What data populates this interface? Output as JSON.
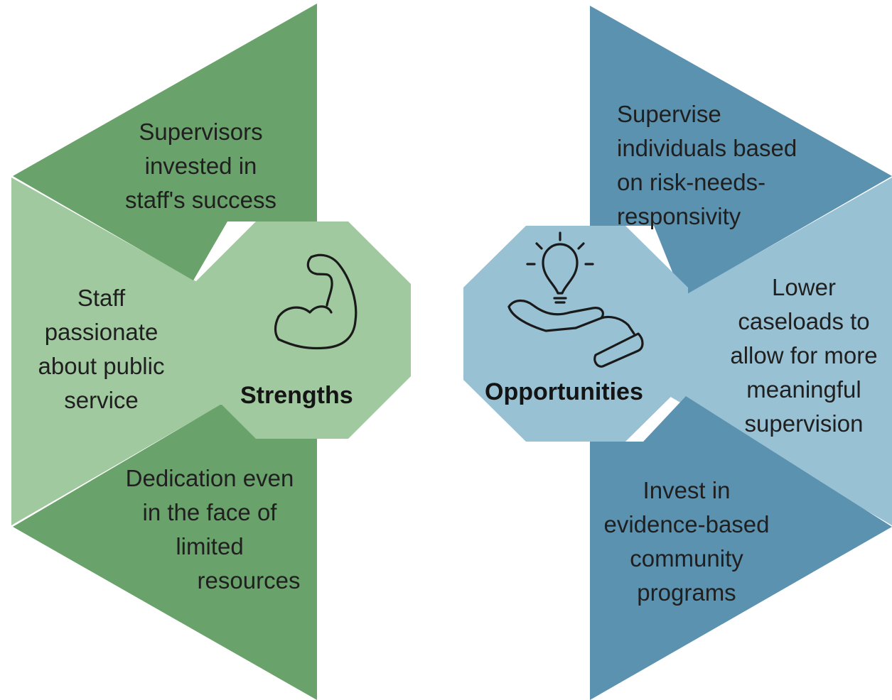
{
  "colors": {
    "strengths_dark": "#6aa26b",
    "strengths_light": "#a0c99f",
    "opportunities_dark": "#5b92b0",
    "opportunities_light": "#98c1d4",
    "text": "#1f1f1f"
  },
  "strengths": {
    "hub_label": "Strengths",
    "hub_icon": "flexed-arm-icon",
    "top_lines": [
      "Supervisors",
      "invested in",
      "staff's success"
    ],
    "middle_lines": [
      "Staff",
      "passionate",
      "about public",
      "service"
    ],
    "bottom_lines": [
      "Dedication even",
      "in the face of",
      "limited",
      "resources"
    ]
  },
  "opportunities": {
    "hub_label": "Opportunities",
    "hub_icon": "lightbulb-hand-icon",
    "top_lines": [
      "Supervise",
      "individuals based",
      "on risk-needs-",
      "responsivity"
    ],
    "middle_lines": [
      "Lower",
      "caseloads to",
      "allow for more",
      "meaningful",
      "supervision"
    ],
    "bottom_lines": [
      "Invest in",
      "evidence-based",
      "community",
      "programs"
    ]
  }
}
